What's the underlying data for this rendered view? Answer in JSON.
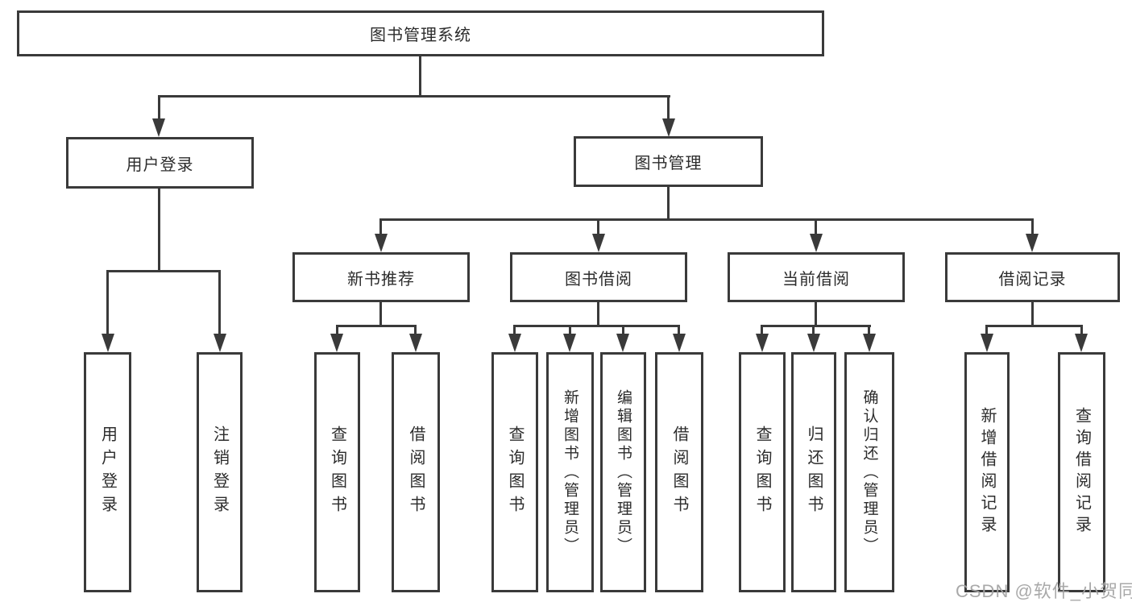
{
  "diagram": {
    "title": "图书管理系统",
    "user_login": {
      "label": "用户登录",
      "children": [
        "用户登录",
        "注销登录"
      ]
    },
    "book_mgmt": {
      "label": "图书管理",
      "sections": [
        {
          "label": "新书推荐",
          "children": [
            "查询图书",
            "借阅图书"
          ]
        },
        {
          "label": "图书借阅",
          "children": [
            "查询图书",
            "新增图书（管理员）",
            "编辑图书（管理员）",
            "借阅图书"
          ]
        },
        {
          "label": "当前借阅",
          "children": [
            "查询图书",
            "归还图书",
            "确认归还（管理员）"
          ]
        },
        {
          "label": "借阅记录",
          "children": [
            "新增借阅记录",
            "查询借阅记录"
          ]
        }
      ]
    }
  },
  "watermark": "CSDN @软件_小贺同学",
  "colors": {
    "line": "#3a3a3a",
    "text": "#2c2c2c",
    "watermark": "#a4a4a4",
    "background": "#ffffff"
  }
}
